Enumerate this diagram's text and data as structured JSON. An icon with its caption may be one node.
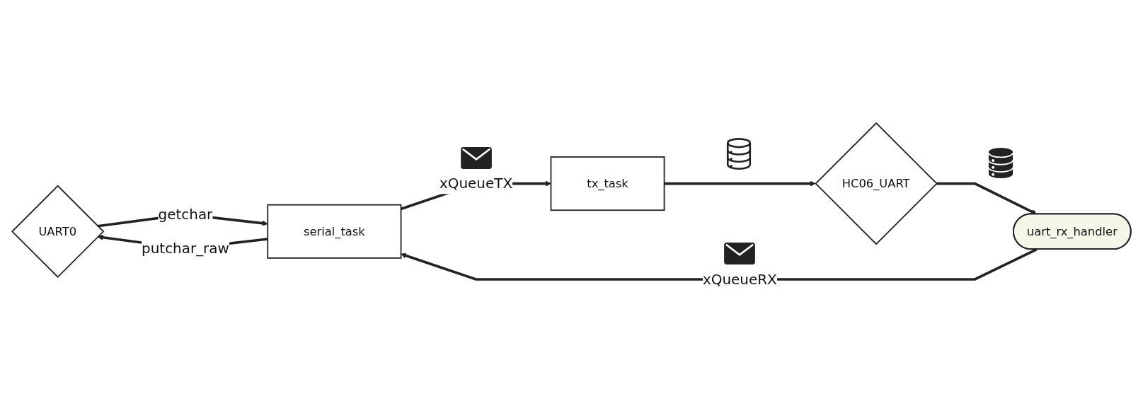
{
  "diagram": {
    "nodes": [
      {
        "text": [
          "UART0"
        ]
      },
      {
        "text": [
          "serial_task"
        ]
      },
      {
        "text": [
          "tx_task"
        ]
      },
      {
        "text": [
          "HC06_UART"
        ]
      },
      {
        "text": [
          "uart_rx_handler"
        ]
      }
    ],
    "edges": [
      {
        "from": 0,
        "to": 1,
        "arrow": "to",
        "label": "getchar"
      },
      {
        "from": 1,
        "to": 0,
        "arrow": "to",
        "label": "putchar_raw"
      },
      {
        "from": 1,
        "to": 2,
        "arrow": "to",
        "label": "xQueueTX"
      },
      {
        "from": 2,
        "to": 3,
        "arrow": "to"
      },
      {
        "from": 3,
        "to": 4,
        "arrow": "to"
      },
      {
        "from": 4,
        "to": 1,
        "arrow": "to",
        "label": "xQueueRX"
      }
    ]
  }
}
